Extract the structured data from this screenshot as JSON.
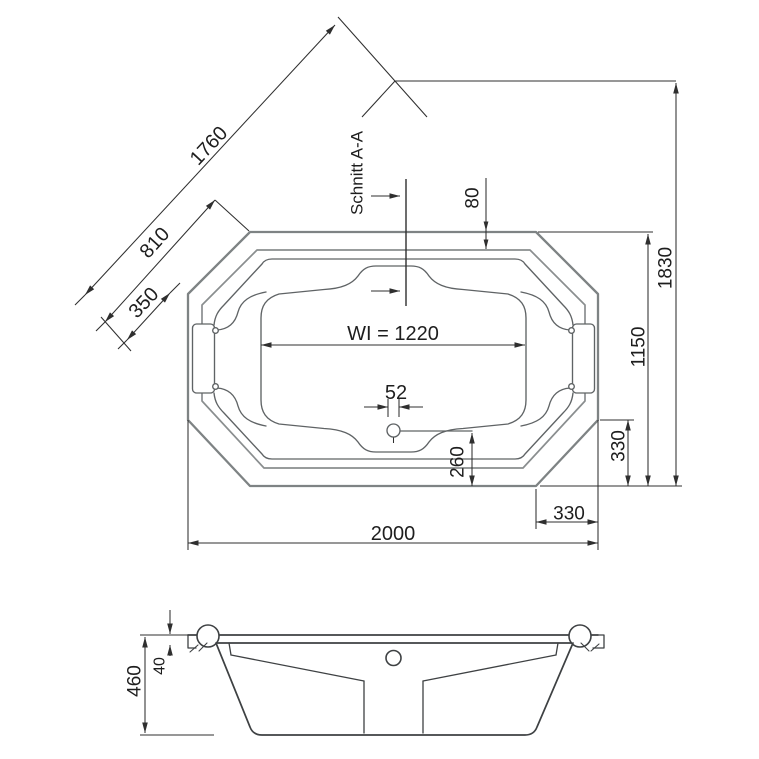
{
  "plan_view": {
    "diagonal_dimensions": {
      "overall": "1760",
      "to_corner": "810",
      "corner_face": "350"
    },
    "section_mark_label": "Schnitt A-A",
    "rim_width": "80",
    "overall_diagonal_height": "1830",
    "inner_width_across": "1150",
    "basin_inner_width": "WI = 1220",
    "drain_diameter": "52",
    "drain_to_edge": "260",
    "corner_height": "330",
    "corner_width": "330",
    "overall_length": "2000"
  },
  "section_view": {
    "overall_height": "460",
    "rim_thickness": "40"
  },
  "colors": {
    "background": "#ffffff",
    "tub_outline": "#7e8384",
    "contour": "#5f6365",
    "dimension_lines": "#2f2f2f",
    "text": "#1e1e1e"
  }
}
